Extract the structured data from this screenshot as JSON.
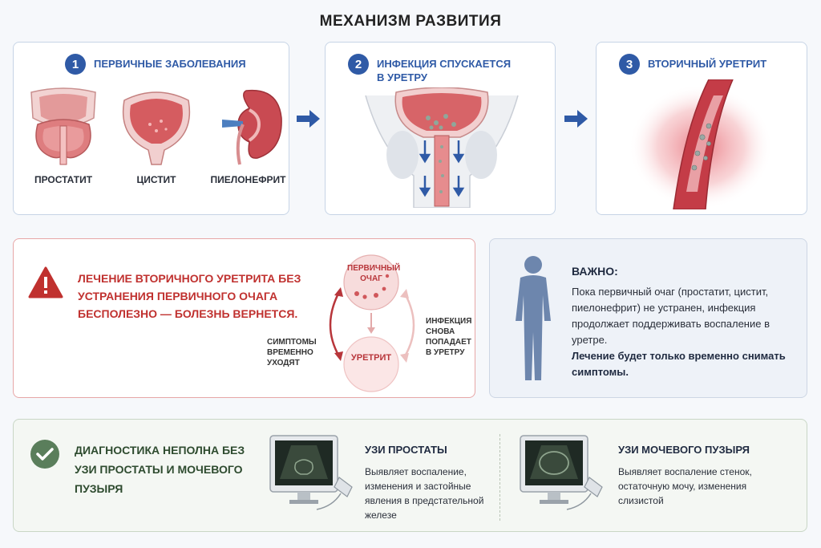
{
  "title": "МЕХАНИЗМ РАЗВИТИЯ",
  "steps": [
    {
      "num": "1",
      "label": "ПЕРВИЧНЫЕ ЗАБОЛЕВАНИЯ"
    },
    {
      "num": "2",
      "label": "ИНФЕКЦИЯ СПУСКАЕТСЯ В УРЕТРУ"
    },
    {
      "num": "3",
      "label": "ВТОРИЧНЫЙ УРЕТРИТ"
    }
  ],
  "diseases": [
    "ПРОСТАТИТ",
    "ЦИСТИТ",
    "ПИЕЛОНЕФРИТ"
  ],
  "alert": {
    "text": "ЛЕЧЕНИЕ ВТОРИЧНОГО УРЕТРИТА БЕЗ УСТРАНЕНИЯ ПЕРВИЧНОГО ОЧАГА БЕСПОЛЕЗНО — БОЛЕЗНЬ ВЕРНЕТСЯ.",
    "cycle": {
      "top": "ПЕРВИЧНЫЙ ОЧАГ",
      "bottom": "УРЕТРИТ",
      "left": "СИМПТОМЫ ВРЕМЕННО УХОДЯТ",
      "right": "ИНФЕКЦИЯ СНОВА ПОПАДАЕТ В УРЕТРУ"
    }
  },
  "info": {
    "heading": "ВАЖНО:",
    "body": "Пока первичный очаг (простатит, цистит, пиелонефрит) не устранен, инфекция продолжает поддерживать воспаление в уретре.",
    "bold": "Лечение будет только временно снимать симптомы."
  },
  "diagnostics": {
    "text": "ДИАГНОСТИКА НЕПОЛНА БЕЗ УЗИ ПРОСТАТЫ И МОЧЕВОГО ПУЗЫРЯ",
    "items": [
      {
        "title": "УЗИ ПРОСТАТЫ",
        "body": "Выявляет воспаление, изменения и застойные явления в предстательной железе"
      },
      {
        "title": "УЗИ МОЧЕВОГО ПУЗЫРЯ",
        "body": "Выявляет воспаление стенок, остаточную мочу, изменения слизистой"
      }
    ]
  },
  "colors": {
    "accent_blue": "#2f5aa6",
    "alert_red": "#c0312f",
    "success_green": "#5a7e5b",
    "organ_red": "#d9666a"
  }
}
